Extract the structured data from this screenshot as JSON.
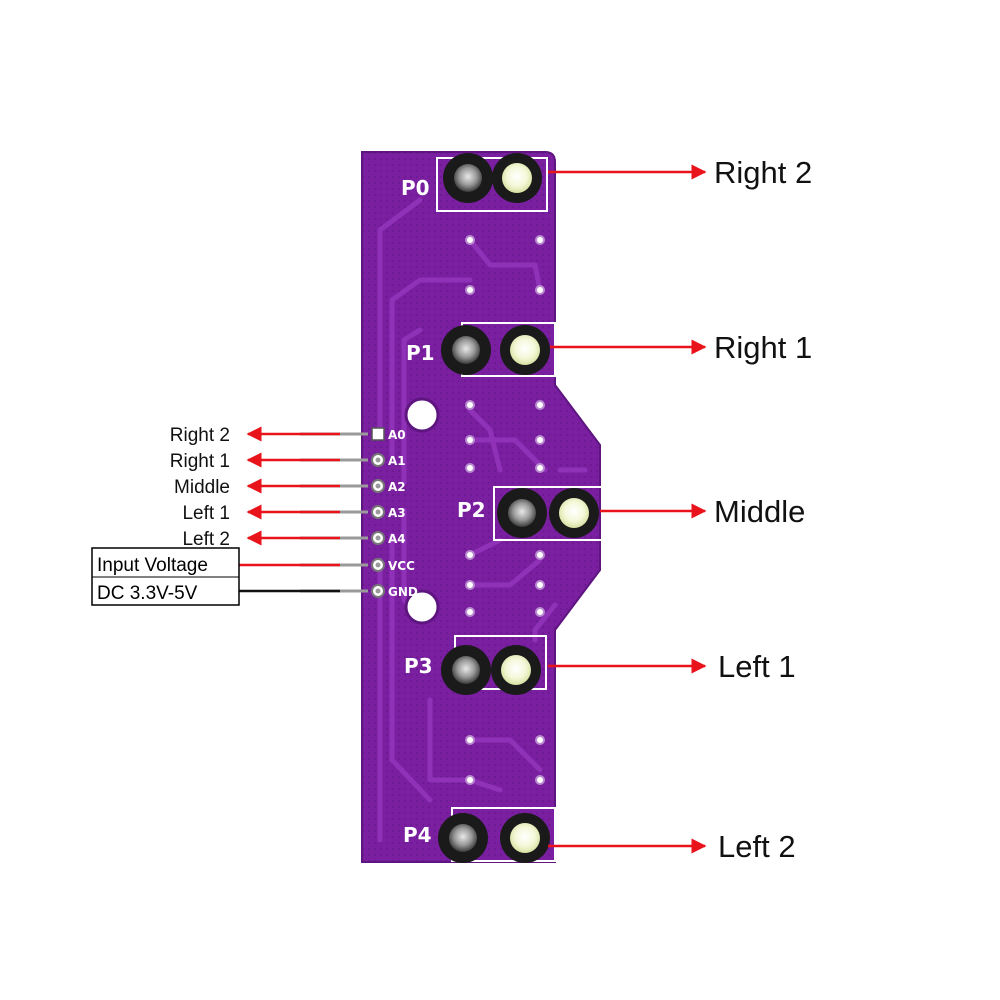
{
  "board": {
    "sensor_labels": [
      "P0",
      "P1",
      "P2",
      "P3",
      "P4"
    ],
    "pin_labels": [
      "A0",
      "A1",
      "A2",
      "A3",
      "A4",
      "VCC",
      "GND"
    ],
    "colors": {
      "pcb": "#7a1fa0",
      "pcb_dark": "#5e1580",
      "trace": "#8f32b8",
      "silkscreen": "#ffffff",
      "led_clear": "#f4f8d8",
      "arrow": "#e8131b"
    }
  },
  "right_callouts": [
    "Right 2",
    "Right 1",
    "Middle",
    "Left 1",
    "Left 2"
  ],
  "left_callouts": [
    "Right 2",
    "Right 1",
    "Middle",
    "Left 1",
    "Left 2"
  ],
  "power_box": {
    "line1": "Input Voltage",
    "line2": "DC 3.3V-5V"
  }
}
